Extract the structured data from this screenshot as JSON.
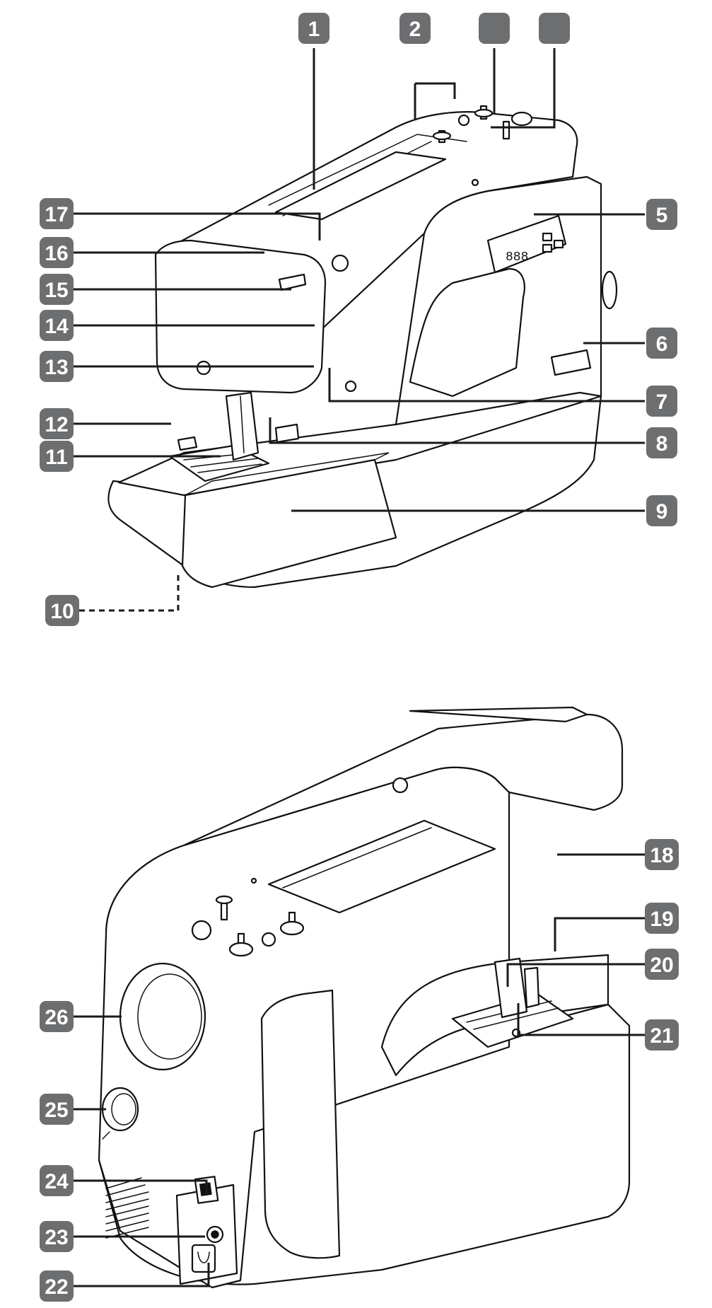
{
  "front_view": {
    "callouts": [
      {
        "id": "c1",
        "label": "1"
      },
      {
        "id": "c2",
        "label": "2"
      },
      {
        "id": "c3",
        "label": ""
      },
      {
        "id": "c4",
        "label": ""
      },
      {
        "id": "c5",
        "label": "5"
      },
      {
        "id": "c6",
        "label": "6"
      },
      {
        "id": "c7",
        "label": "7"
      },
      {
        "id": "c8",
        "label": "8"
      },
      {
        "id": "c9",
        "label": "9"
      },
      {
        "id": "c10",
        "label": "10"
      },
      {
        "id": "c11",
        "label": "11"
      },
      {
        "id": "c12",
        "label": "12"
      },
      {
        "id": "c13",
        "label": "13"
      },
      {
        "id": "c14",
        "label": "14"
      },
      {
        "id": "c15",
        "label": "15"
      },
      {
        "id": "c16",
        "label": "16"
      },
      {
        "id": "c17",
        "label": "17"
      }
    ]
  },
  "rear_view": {
    "callouts": [
      {
        "id": "c18",
        "label": "18"
      },
      {
        "id": "c19",
        "label": "19"
      },
      {
        "id": "c20",
        "label": "20"
      },
      {
        "id": "c21",
        "label": "21"
      },
      {
        "id": "c22",
        "label": "22"
      },
      {
        "id": "c23",
        "label": "23"
      },
      {
        "id": "c24",
        "label": "24"
      },
      {
        "id": "c25",
        "label": "25"
      },
      {
        "id": "c26",
        "label": "26"
      }
    ]
  },
  "colors": {
    "badge": "#6d6e70",
    "badge_text": "#ffffff",
    "line": "#1a1a1a",
    "background": "#ffffff"
  }
}
